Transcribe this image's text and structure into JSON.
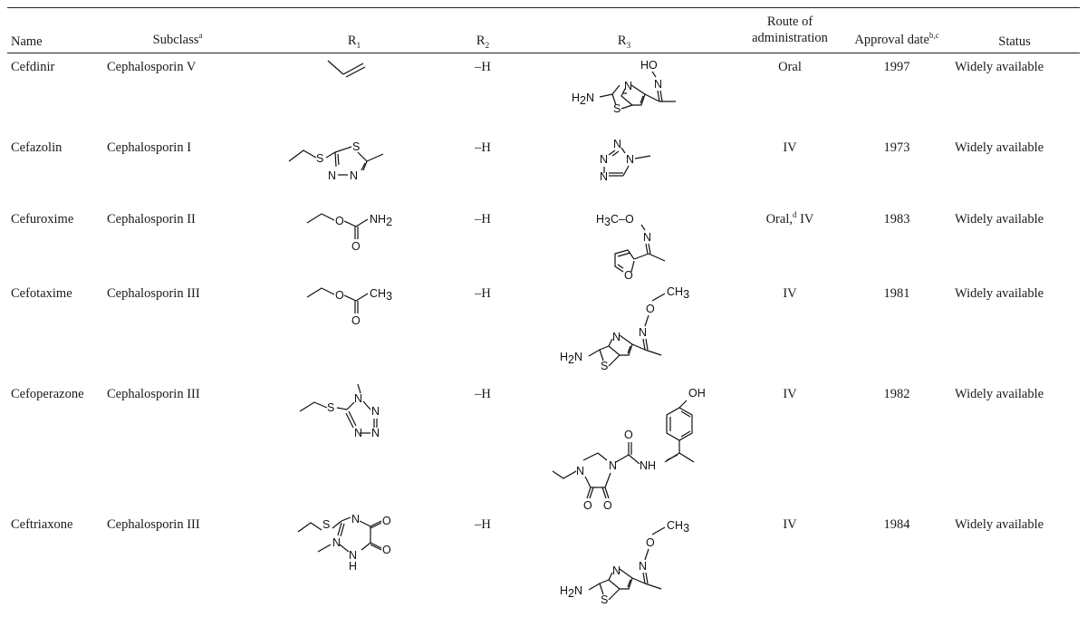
{
  "headers": {
    "name": "Name",
    "subclass": "Subclass",
    "subclass_sup": "a",
    "r1_base": "R",
    "r1_sub": "1",
    "r2_base": "R",
    "r2_sub": "2",
    "r3_base": "R",
    "r3_sub": "3",
    "route_line1": "Route of",
    "route_line2": "administration",
    "approval": "Approval date",
    "approval_sup": "b,c",
    "status": "Status"
  },
  "rows": [
    {
      "name": "Cefdinir",
      "subclass": "Cephalosporin V",
      "r2": "–H",
      "route": "Oral",
      "route_sup": "",
      "route_tail": "",
      "date": "1997",
      "status": "Widely available"
    },
    {
      "name": "Cefazolin",
      "subclass": "Cephalosporin I",
      "r2": "–H",
      "route": "IV",
      "route_sup": "",
      "route_tail": "",
      "date": "1973",
      "status": "Widely available"
    },
    {
      "name": "Cefuroxime",
      "subclass": "Cephalosporin II",
      "r2": "–H",
      "route": "Oral,",
      "route_sup": "d",
      "route_tail": " IV",
      "date": "1983",
      "status": "Widely available"
    },
    {
      "name": "Cefotaxime",
      "subclass": "Cephalosporin III",
      "r2": "–H",
      "route": "IV",
      "route_sup": "",
      "route_tail": "",
      "date": "1981",
      "status": "Widely available"
    },
    {
      "name": "Cefoperazone",
      "subclass": "Cephalosporin III",
      "r2": "–H",
      "route": "IV",
      "route_sup": "",
      "route_tail": "",
      "date": "1982",
      "status": "Widely available"
    },
    {
      "name": "Ceftriaxone",
      "subclass": "Cephalosporin III",
      "r2": "–H",
      "route": "IV",
      "route_sup": "",
      "route_tail": "",
      "date": "1984",
      "status": "Widely available"
    }
  ],
  "atoms": {
    "ho": "HO",
    "n": "N",
    "h2n_h": "H",
    "h2n_2": "2",
    "h2n_n": "N",
    "s": "S",
    "nh_n": "N",
    "nh_h": "H",
    "nh2_nh": "NH",
    "nh2_2": "2",
    "o": "O",
    "ch3_ch": "CH",
    "ch3_3": "3",
    "h3c_h": "H",
    "h3c_3": "3",
    "h3c_co": "C–O",
    "oh": "OH",
    "nh": "NH",
    "hn_h": "H",
    "hn_n": "N"
  }
}
